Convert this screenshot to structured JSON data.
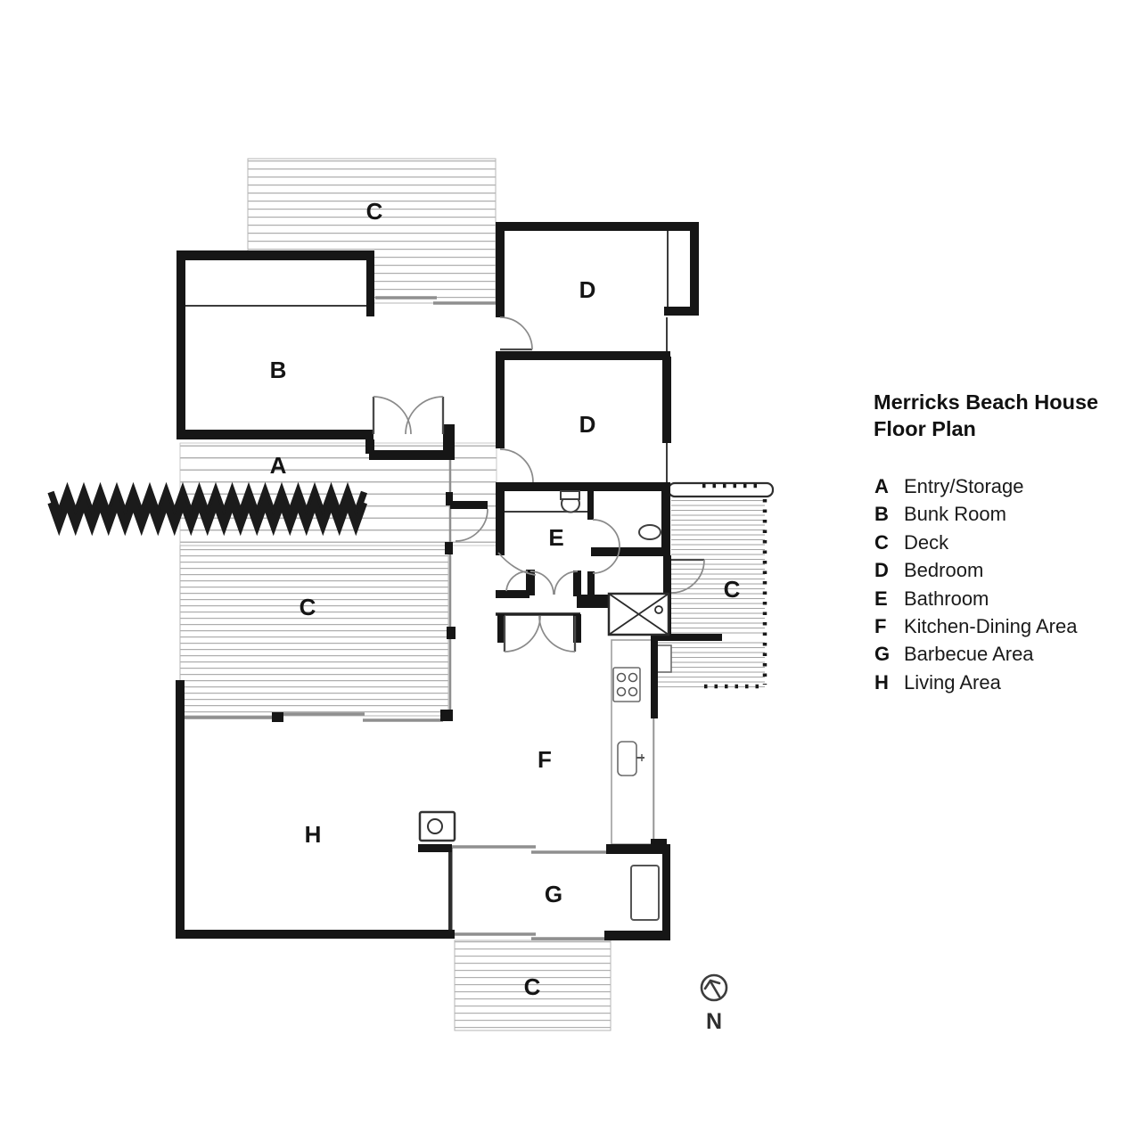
{
  "title": "Merricks Beach House Floor Plan",
  "colors": {
    "background": "#ffffff",
    "wall": "#161616",
    "hatch_line": "#adadad",
    "window_line": "#8f8f8f",
    "door_arc": "#8a8a8a",
    "label_text": "#151515"
  },
  "legend": {
    "title_line1": "Merricks Beach House",
    "title_line2": "Floor Plan",
    "items": [
      {
        "key": "A",
        "label": "Entry/Storage"
      },
      {
        "key": "B",
        "label": "Bunk Room"
      },
      {
        "key": "C",
        "label": "Deck"
      },
      {
        "key": "D",
        "label": "Bedroom"
      },
      {
        "key": "E",
        "label": "Bathroom"
      },
      {
        "key": "F",
        "label": "Kitchen-Dining Area"
      },
      {
        "key": "G",
        "label": "Barbecue Area"
      },
      {
        "key": "H",
        "label": "Living Area"
      }
    ]
  },
  "plan": {
    "labels": [
      {
        "text": "C",
        "room": "deck-north"
      },
      {
        "text": "B",
        "room": "bunk-room"
      },
      {
        "text": "A",
        "room": "entry-storage"
      },
      {
        "text": "D",
        "room": "bedroom-north"
      },
      {
        "text": "D",
        "room": "bedroom-south"
      },
      {
        "text": "E",
        "room": "bathroom"
      },
      {
        "text": "C",
        "room": "deck-west"
      },
      {
        "text": "C",
        "room": "deck-east"
      },
      {
        "text": "F",
        "room": "kitchen-dining-area"
      },
      {
        "text": "H",
        "room": "living-area"
      },
      {
        "text": "G",
        "room": "barbecue-area"
      },
      {
        "text": "C",
        "room": "deck-south"
      }
    ]
  },
  "compass": {
    "label": "N"
  }
}
